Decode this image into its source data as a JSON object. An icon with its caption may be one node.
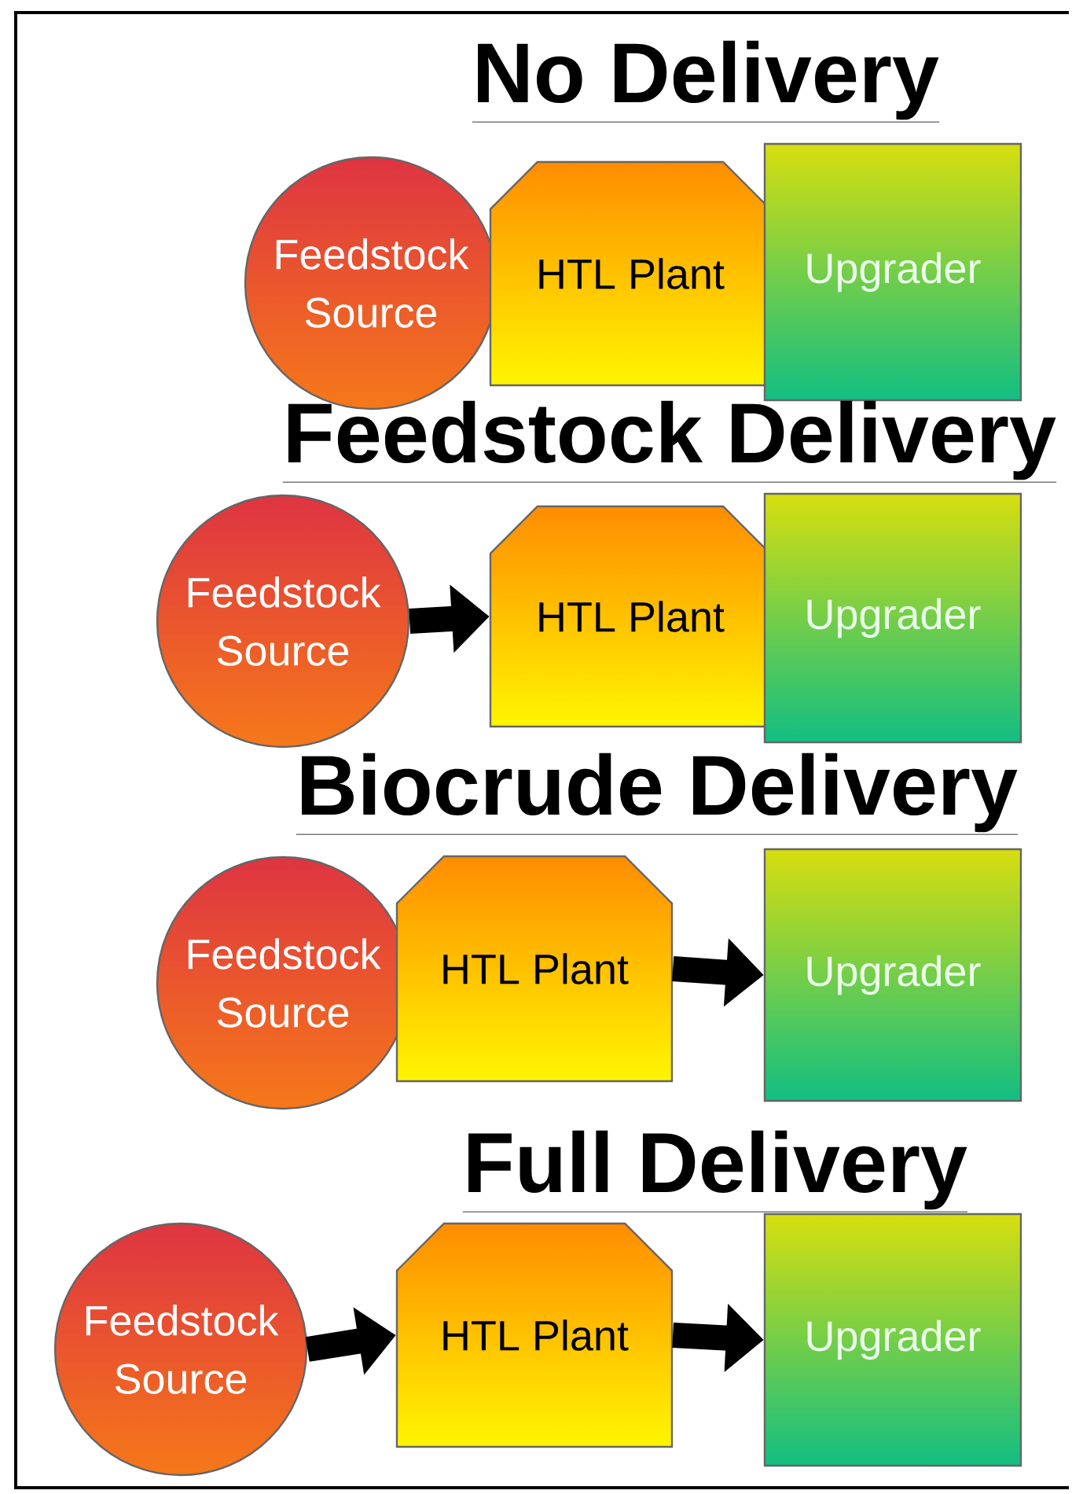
{
  "diagram": {
    "nodes": [
      {
        "text": [
          "Feedstock Source"
        ]
      },
      {
        "text": [
          "HTL Plant"
        ]
      },
      {
        "text": [
          "Upgrader"
        ]
      },
      {
        "text": [
          "Feedstock Source"
        ]
      },
      {
        "text": [
          "HTL Plant"
        ]
      },
      {
        "text": [
          "Upgrader"
        ]
      },
      {
        "text": [
          "Feedstock Source"
        ]
      },
      {
        "text": [
          "HTL Plant"
        ]
      },
      {
        "text": [
          "Upgrader"
        ]
      },
      {
        "text": [
          "Feedstock Source"
        ]
      },
      {
        "text": [
          "HTL Plant"
        ]
      },
      {
        "text": [
          "Upgrader"
        ]
      }
    ],
    "edges": [
      {
        "from": 3,
        "to": 4,
        "arrow": "to"
      },
      {
        "from": 7,
        "to": 8,
        "arrow": "to"
      },
      {
        "from": 9,
        "to": 10,
        "arrow": "to"
      },
      {
        "from": 10,
        "to": 11,
        "arrow": "to"
      }
    ],
    "labels": [
      "No Delivery",
      "Feedstock Delivery",
      "Biocrude Delivery",
      "Full Delivery"
    ]
  }
}
